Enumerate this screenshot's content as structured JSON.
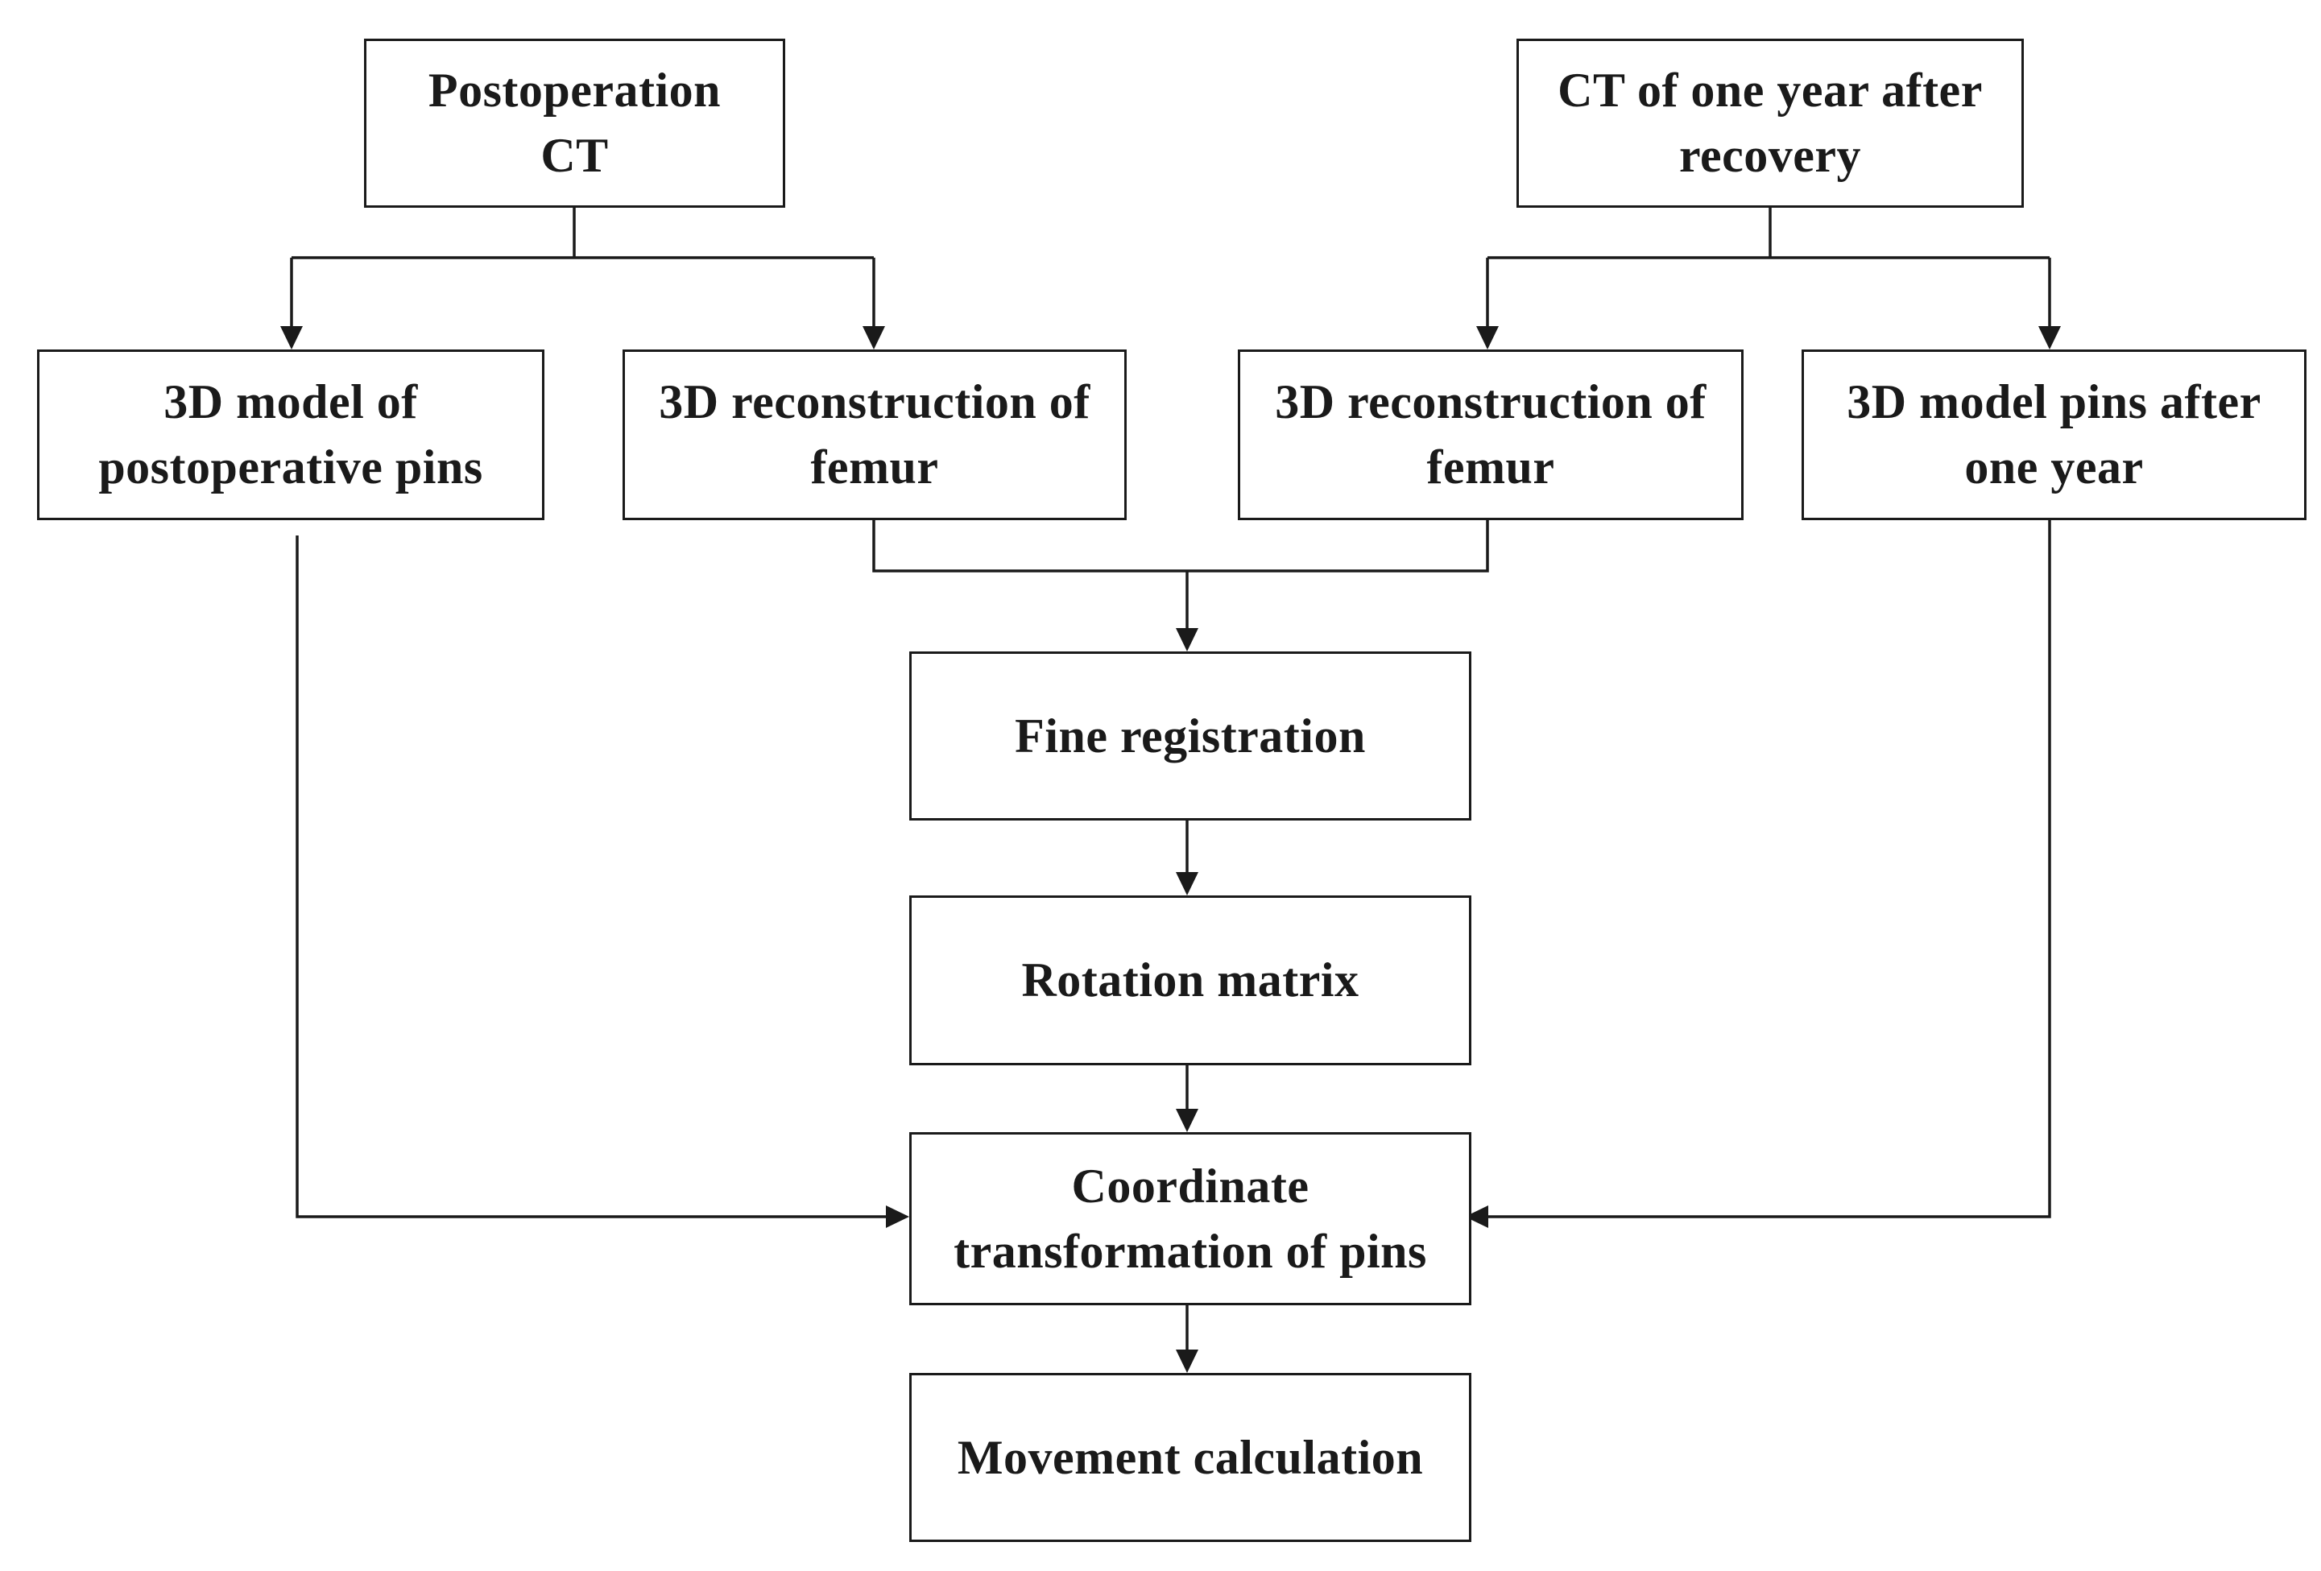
{
  "nodes": {
    "postop_ct": "Postoperation\nCT",
    "ct_one_year": "CT of one year after\nrecovery",
    "model_postop_pins": "3D model of\npostoperative pins",
    "recon_femur_left": "3D reconstruction of\nfemur",
    "recon_femur_right": "3D reconstruction of\nfemur",
    "model_pins_one_year": "3D model pins after\none year",
    "fine_registration": "Fine registration",
    "rotation_matrix": "Rotation matrix",
    "coordinate_transformation": "Coordinate\ntransformation of pins",
    "movement_calculation": "Movement calculation"
  },
  "style": {
    "line_color": "#1a1a1a",
    "box_border_color": "#1a1a1a",
    "background": "#ffffff"
  }
}
